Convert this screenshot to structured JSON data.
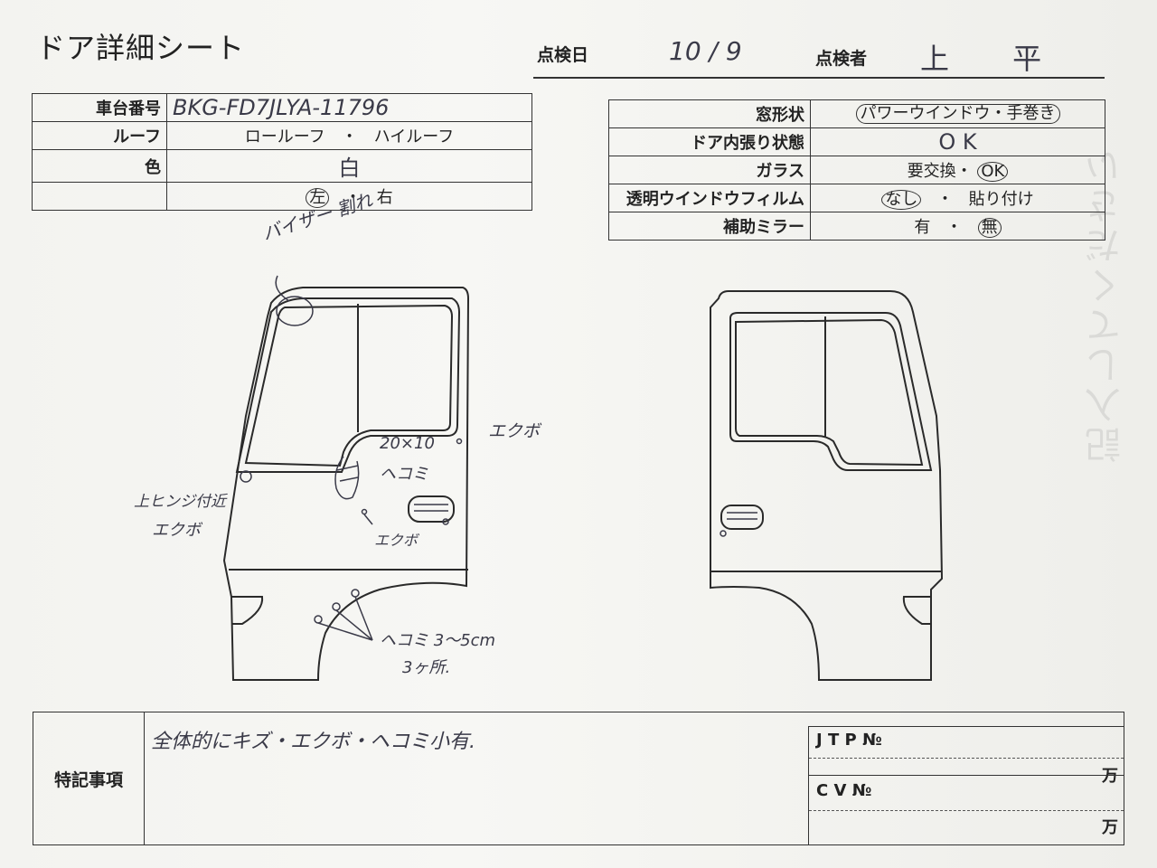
{
  "title": "ドア詳細シート",
  "header": {
    "inspection_date_label": "点検日",
    "inspection_date_value": "10 / 9",
    "inspector_label": "点検者",
    "inspector_value": "上 平"
  },
  "left_table": [
    {
      "label": "車台番号",
      "value": "BKG-FD7JLYA-11796"
    },
    {
      "label": "ルーフ",
      "value": "ロールーフ　・　ハイルーフ"
    },
    {
      "label": "色",
      "value": "白"
    },
    {
      "label": "",
      "value_left": "左",
      "value_sep": "・",
      "value_right": "右"
    }
  ],
  "right_table": [
    {
      "label": "窓形状",
      "value": "パワーウインドウ・手巻き"
    },
    {
      "label": "ドア内張り状態",
      "value": "O K"
    },
    {
      "label": "ガラス",
      "value_a": "要交換・",
      "value_b": "OK"
    },
    {
      "label": "透明ウインドウフィルム",
      "value_a": "なし",
      "value_sep": "・",
      "value_b": "貼り付け"
    },
    {
      "label": "補助ミラー",
      "value_a": "有",
      "value_sep": "・",
      "value_b": "無"
    }
  ],
  "annotations": {
    "visor": "バイザー 割れ",
    "dent_size": "20×10",
    "dent_label": "ヘコミ",
    "ekubo_right": "エクボ",
    "hinge": "上ヒンジ付近",
    "hinge_ekubo": "エクボ",
    "ekubo_small": "エクボ",
    "lower_dents": "ヘコミ 3～5cm",
    "lower_count": "3ヶ所."
  },
  "notes": {
    "label": "特記事項",
    "content": "全体的にキズ・エクボ・ヘコミ小有.",
    "jtp_label": "J T P №",
    "jtp_unit": "万",
    "cv_label": "C V №",
    "cv_unit": "万"
  },
  "colors": {
    "ink": "#2a2a2a",
    "pen": "#3a3a48",
    "paper": "#f5f5f2"
  }
}
